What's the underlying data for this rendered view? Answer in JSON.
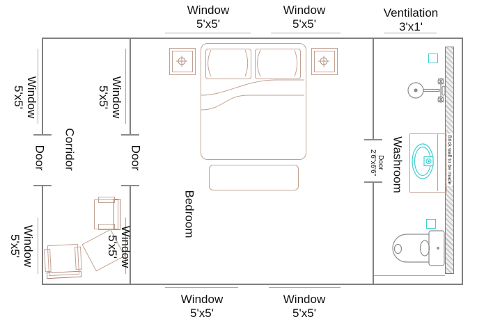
{
  "diagram_type": "floor-plan",
  "colors": {
    "wall": "#7f7f7f",
    "window_line": "#a8a8a8",
    "furniture_outline": "#c2a294",
    "furniture_accent": "#ad8276",
    "sanitary_outline": "#8c8c8c",
    "cyan_fixture": "#3fd0d0",
    "text": "#111111"
  },
  "labels": {
    "top_window_1": {
      "l1": "Window",
      "l2": "5'x5'"
    },
    "top_window_2": {
      "l1": "Window",
      "l2": "5'x5'"
    },
    "ventilation": {
      "l1": "Ventilation",
      "l2": "3'x1'"
    },
    "bottom_window_1": {
      "l1": "Window",
      "l2": "5'x5'"
    },
    "bottom_window_2": {
      "l1": "Window",
      "l2": "5'x5'"
    },
    "left_window_top": {
      "l1": "Window",
      "l2": "5'x5'"
    },
    "left_window_bottom": {
      "l1": "Window",
      "l2": "5'x5'"
    },
    "corridor_window_top": {
      "l1": "Window",
      "l2": "5'x5'"
    },
    "corridor_window_bottom": {
      "l1": "Window",
      "l2": "5'x5'"
    },
    "door_left": "Door",
    "door_corridor": "Door",
    "washroom_door": {
      "l1": "Door",
      "l2": "2'6\"x6'6\""
    },
    "room_corridor": "Corridor",
    "room_bedroom": "Bedroom",
    "room_washroom": "Washroom",
    "brick_wall_note": "Brick wall to be made"
  }
}
